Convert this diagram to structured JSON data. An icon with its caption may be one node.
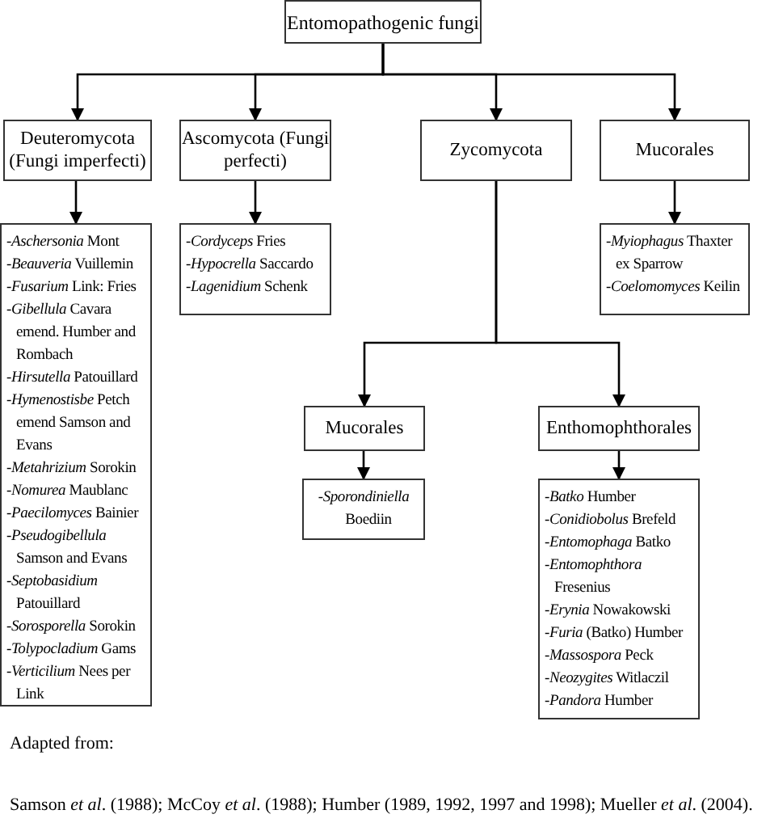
{
  "diagram": {
    "nodes": [
      {
        "text": [
          "Entomopathogenic fungi"
        ]
      },
      {
        "text": [
          "Deuteromycota (Fungi imperfecti)"
        ]
      },
      {
        "text": [
          "Ascomycota (Fungi perfecti)"
        ]
      },
      {
        "text": [
          "Zycomycota"
        ]
      },
      {
        "text": [
          "Mucorales"
        ]
      },
      {
        "text": [
          "-*Aschersonia* Mont",
          "-*Beauveria* Vuillemin",
          "-*Fusarium* Link: Fries",
          "-*Gibellula* Cavara emend. Humber and Rombach",
          "-*Hirsutella* Patouillard",
          "-*Hymenostisbe* Petch emend Samson and Evans",
          "-*Metahrizium* Sorokin",
          "-*Nomurea* Maublanc",
          "-*Paecilomyces* Bainier",
          "-*Pseudogibellula* Samson and Evans",
          "-*Septobasidium* Patouillard",
          "-*Sorosporella* Sorokin",
          "-*Tolypocladium* Gams",
          "-*Verticilium* Nees per Link"
        ]
      },
      {
        "text": [
          "-*Cordyceps* Fries",
          "-*Hypocrella* Saccardo",
          "-*Lagenidium* Schenk"
        ]
      },
      {
        "text": [
          "-*Myiophagus* Thaxter ex Sparrow",
          "-*Coelomomyces* Keilin"
        ]
      },
      {
        "text": [
          "Mucorales"
        ]
      },
      {
        "text": [
          "Enthomophthorales"
        ]
      },
      {
        "text": [
          "-*Sporondiniella* Boediin"
        ]
      },
      {
        "text": [
          "-*Batko* Humber",
          "-*Conidiobolus* Brefeld",
          "-*Entomophaga* Batko",
          "-*Entomophthora* Fresenius",
          "-*Erynia* Nowakowski",
          "-*Furia* (Batko) Humber",
          "-*Massospora* Peck",
          "-*Neozygites* Witlaczil",
          "-*Pandora* Humber"
        ]
      }
    ],
    "edges": [
      {
        "from": 0,
        "to": 1,
        "arrow": "to"
      },
      {
        "from": 0,
        "to": 2,
        "arrow": "to"
      },
      {
        "from": 0,
        "to": 3,
        "arrow": "to"
      },
      {
        "from": 0,
        "to": 4,
        "arrow": "to"
      },
      {
        "from": 1,
        "to": 5,
        "arrow": "to"
      },
      {
        "from": 2,
        "to": 6,
        "arrow": "to"
      },
      {
        "from": 4,
        "to": 7,
        "arrow": "to"
      },
      {
        "from": 3,
        "to": 8,
        "arrow": "to"
      },
      {
        "from": 3,
        "to": 9,
        "arrow": "to"
      },
      {
        "from": 8,
        "to": 10,
        "arrow": "to"
      },
      {
        "from": 9,
        "to": 11,
        "arrow": "to"
      }
    ],
    "labels": [
      "Adapted from:",
      "Samson *et al*. (1988); McCoy *et al*. (1988); Humber (1989, 1992, 1997 and 1998); Mueller *et al*. (2004)."
    ]
  }
}
